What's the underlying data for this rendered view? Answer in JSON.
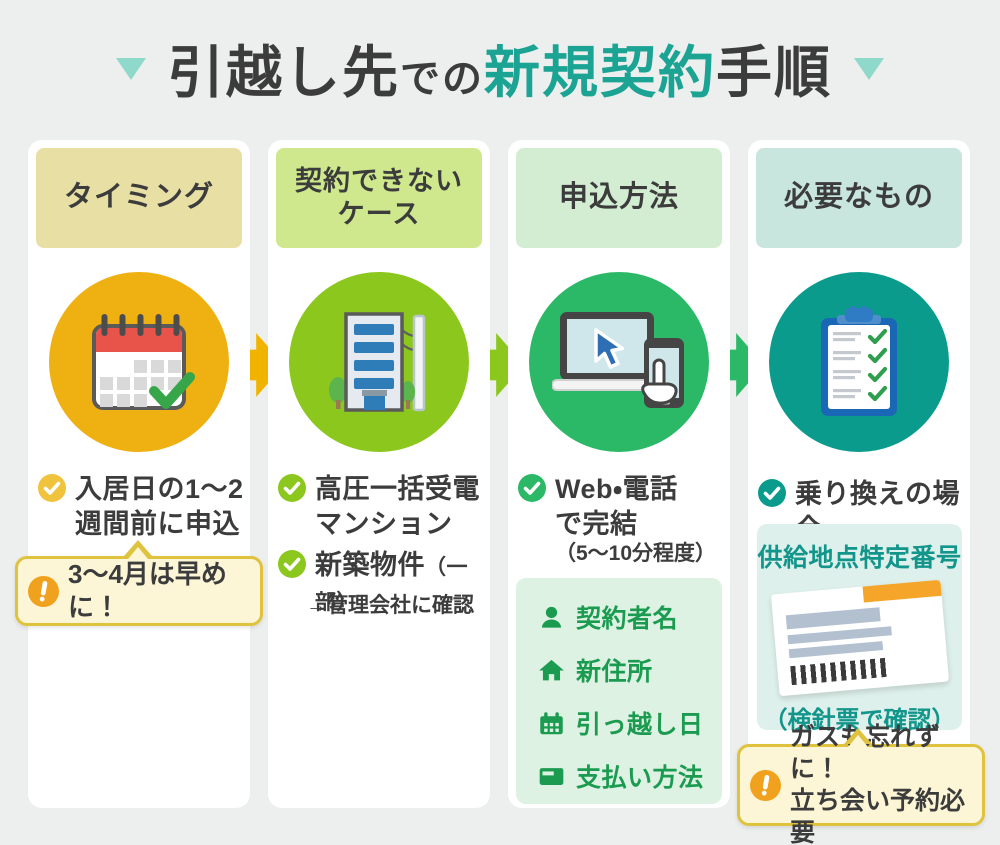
{
  "title": {
    "part1": "引越し先",
    "part2": "での",
    "part3": "新規契約",
    "part4": "手順"
  },
  "columns": [
    {
      "header_lines": [
        "タイミング"
      ],
      "icon": "calendar-icon",
      "point": {
        "lines": [
          "入居日の1〜2",
          "週間前に申込"
        ]
      },
      "warning": {
        "lines": [
          "3〜4月は早めに！"
        ]
      }
    },
    {
      "header_lines": [
        "契約できない",
        "ケース"
      ],
      "icon": "building-icon",
      "point1": {
        "lines": [
          "高圧一括受電",
          "マンション"
        ]
      },
      "point2": {
        "main": "新築物件",
        "paren": "（一部）",
        "note": "→管理会社に確認"
      }
    },
    {
      "header_lines": [
        "申込方法"
      ],
      "icon": "laptop-phone-icon",
      "point": {
        "lines": [
          "Web・電話",
          "で完結"
        ],
        "sub": "（5〜10分程度）"
      },
      "form_items": [
        {
          "icon": "person-icon",
          "label": "契約者名"
        },
        {
          "icon": "house-icon",
          "label": "新住所"
        },
        {
          "icon": "calendar-small-icon",
          "label": "引っ越し日"
        },
        {
          "icon": "credit-card-icon",
          "label": "支払い方法"
        }
      ]
    },
    {
      "header_lines": [
        "必要なもの"
      ],
      "icon": "clipboard-icon",
      "point": {
        "lines": [
          "乗り換えの場合"
        ]
      },
      "info_box": {
        "title": "供給地点特定番号",
        "caption": "（検針票で確認）"
      },
      "warning": {
        "lines": [
          "ガスも忘れずに！",
          "立ち会い予約必要"
        ]
      }
    }
  ],
  "colors": {
    "bg": "#edefee",
    "ink": "#3c3c3c",
    "accent-teal": "#1ba393",
    "tri": "#8ed9c9",
    "col1-header-bg": "#e8dfa4",
    "col2-header-bg": "#cfe88d",
    "col3-header-bg": "#d3edd3",
    "col4-header-bg": "#c8e5de",
    "col1-main": "#efb012",
    "col2-main": "#8cc71e",
    "col3-main": "#2cb967",
    "col4-main": "#0a9b8d",
    "check-gold": "#f0c33c",
    "warn-border": "#dfc23e",
    "warn-bg": "#fdf6d6",
    "warn-icon": "#f0a11d",
    "green-box-bg": "#def2e4",
    "green-box-ink": "#1a9b50",
    "teal-box-bg": "#def0eb",
    "teal-ink": "#12958a",
    "card-orange": "#f5a52a"
  }
}
